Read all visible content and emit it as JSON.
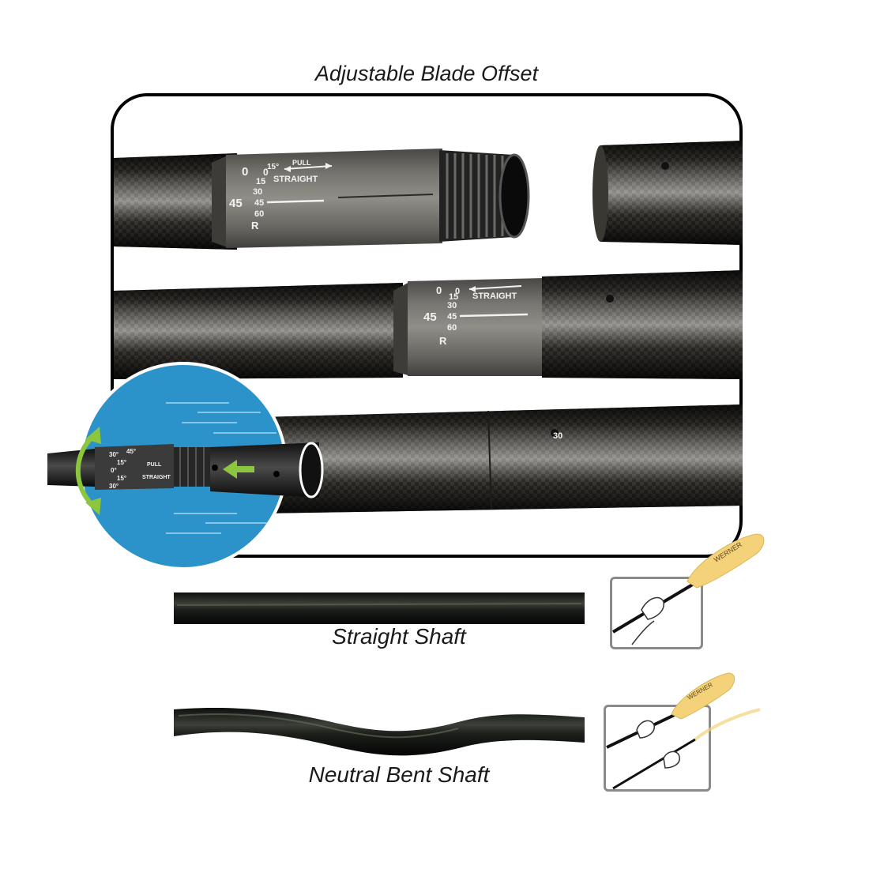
{
  "captions": {
    "title": "Adjustable Blade Offset",
    "straight": "Straight Shaft",
    "bent": "Neutral Bent Shaft"
  },
  "ferrule_top": {
    "pull": "PULL",
    "straight": "STRAIGHT",
    "left_0": "0",
    "left_45": "45",
    "right_0": "0",
    "n15": "15",
    "n30": "30",
    "n45": "45",
    "n60": "60",
    "r": "R",
    "small_15": "15°"
  },
  "ferrule_mid": {
    "straight": "STRAIGHT",
    "left_0": "0",
    "left_45": "45",
    "right_0": "0",
    "n15": "15",
    "n30": "30",
    "n45": "45",
    "n60": "60",
    "r": "R"
  },
  "lower_tube": {
    "mark": "30"
  },
  "inset": {
    "deg_top_30": "30°",
    "deg_top_45": "45°",
    "deg_15a": "15°",
    "deg_0": "0°",
    "deg_15b": "15°",
    "deg_30": "30°",
    "pull": "PULL",
    "straight": "STRAIGHT"
  },
  "blade_brand": "WERNER",
  "colors": {
    "inset_circle": "#2b93c9",
    "arrow_green": "#8cc63f",
    "blade_yellow": "#f3d27a",
    "carbon_dark": "#2a2a26",
    "carbon_light": "#c9c2b0"
  }
}
